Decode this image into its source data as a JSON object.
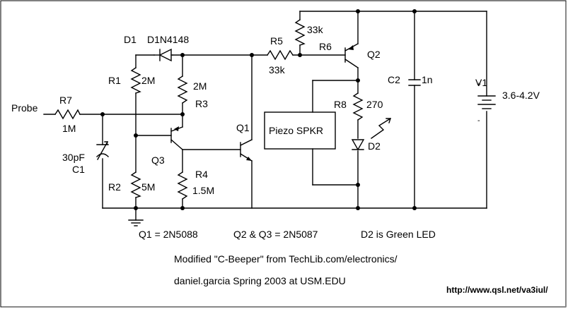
{
  "labels": {
    "probe": "Probe",
    "r7": "R7",
    "r7_val": "1M",
    "c1_val": "30pF",
    "c1": "C1",
    "r1": "R1",
    "r1_val": "2M",
    "d1": "D1",
    "d1_part": "D1N4148",
    "r3_val": "2M",
    "r3": "R3",
    "q3": "Q3",
    "r2": "R2",
    "r2_val": "5M",
    "r4": "R4",
    "r4_val": "1.5M",
    "q1": "Q1",
    "r5": "R5",
    "r5_val": "33k",
    "r6": "R6",
    "r6_val": "33k",
    "q2": "Q2",
    "r8": "R8",
    "r8_val": "270",
    "piezo": "Piezo SPKR",
    "d2": "D2",
    "c2": "C2",
    "c2_val": "1n",
    "v1": "V1",
    "v1_val": "3.6-4.2V",
    "v1_plus": "+",
    "v1_minus": "-"
  },
  "notes": {
    "q1_part": "Q1 = 2N5088",
    "q23_part": "Q2 & Q3 = 2N5087",
    "d2_desc": "D2 is Green LED",
    "credit1": "Modified \"C-Beeper\" from TechLib.com/electronics/",
    "credit2": "daniel.garcia Spring 2003 at USM.EDU",
    "url": "http://www.qsl.net/va3iul/"
  }
}
